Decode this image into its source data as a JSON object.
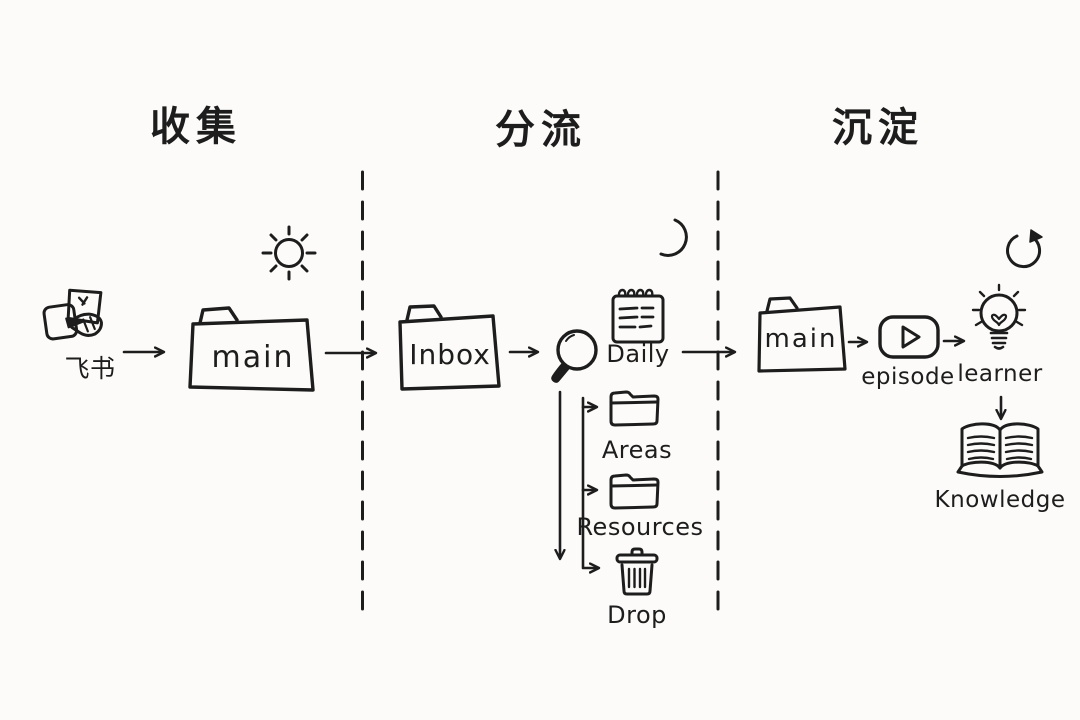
{
  "colors": {
    "background": "#fcfbf9",
    "ink": "#1d1d1d"
  },
  "sections": {
    "collect": {
      "title": "收集"
    },
    "triage": {
      "title": "分流"
    },
    "settle": {
      "title": "沉淀"
    }
  },
  "collect": {
    "source": {
      "label": "飞书",
      "icon": "feishu-logo-icon"
    },
    "folder": {
      "label": "main",
      "icon": "folder-icon"
    },
    "mood_icon": "sun-icon"
  },
  "triage": {
    "inbox": {
      "label": "Inbox",
      "icon": "folder-icon"
    },
    "review_icon": "magnifier-icon",
    "mood_icon": "moon-icon",
    "outputs": [
      {
        "label": "Daily",
        "icon": "notepad-icon"
      },
      {
        "label": "Areas",
        "icon": "folder-icon"
      },
      {
        "label": "Resources",
        "icon": "folder-icon"
      },
      {
        "label": "Drop",
        "icon": "trash-icon"
      }
    ]
  },
  "settle": {
    "folder": {
      "label": "main",
      "icon": "folder-icon"
    },
    "episode": {
      "label": "episode",
      "icon": "play-icon"
    },
    "learner": {
      "label": "learner",
      "icon": "lightbulb-icon"
    },
    "knowledge": {
      "label": "Knowledge",
      "icon": "open-book-icon"
    },
    "cycle_icon": "refresh-icon"
  }
}
